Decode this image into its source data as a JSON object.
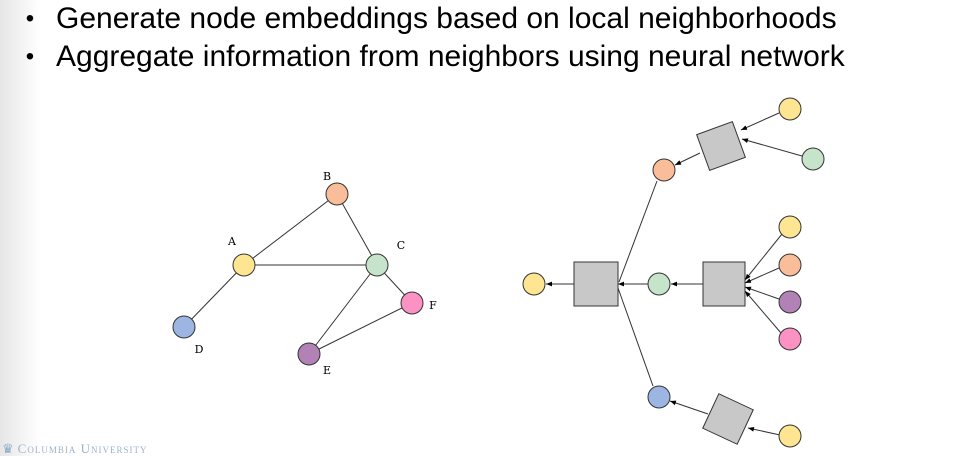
{
  "bullets": [
    {
      "text": "Generate node embeddings based on local neighborhoods"
    },
    {
      "text": "Aggregate information from neighbors using neural network"
    }
  ],
  "graph": {
    "node_labels": {
      "A": "A",
      "B": "B",
      "C": "C",
      "D": "D",
      "E": "E",
      "F": "F"
    },
    "edges": [
      [
        "A",
        "B"
      ],
      [
        "A",
        "C"
      ],
      [
        "A",
        "D"
      ],
      [
        "B",
        "C"
      ],
      [
        "C",
        "E"
      ],
      [
        "C",
        "F"
      ],
      [
        "E",
        "F"
      ]
    ]
  },
  "colors": {
    "yellow": "#fde592",
    "orange": "#f9be99",
    "green": "#c6e4c9",
    "pink": "#fb92c3",
    "purple": "#b282b7",
    "blue": "#9db5e3",
    "box": "#c8c8c8"
  },
  "footer": {
    "text": "Columbia University",
    "icon": "crown-icon"
  }
}
